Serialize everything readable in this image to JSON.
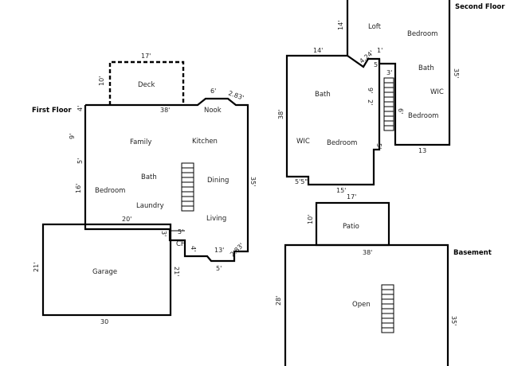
{
  "floors": {
    "first": "First Floor",
    "second": "Second Floor",
    "basement": "Basement"
  },
  "rooms": {
    "deck": "Deck",
    "nook": "Nook",
    "family": "Family",
    "kitchen": "Kitchen",
    "bath_first": "Bath",
    "bedroom_first": "Bedroom",
    "dining": "Dining",
    "laundry": "Laundry",
    "living": "Living",
    "cf": "CF",
    "garage": "Garage",
    "loft": "Loft",
    "bedroom_loft": "Bedroom",
    "bath_second_right": "Bath",
    "wic_right": "WIC",
    "bedroom_second_right": "Bedroom",
    "bath_second_left": "Bath",
    "wic_left": "WIC",
    "bedroom_second_left": "Bedroom",
    "patio": "Patio",
    "open": "Open"
  },
  "dimensions": {
    "deck_width": "17'",
    "deck_depth": "10'",
    "first_top": "38'",
    "nook_top": "6'",
    "nook_diag": "2.83'",
    "first_left_top": "4'",
    "first_left_upper": "9'",
    "first_left_mid": "5'",
    "first_left_lower": "16'",
    "first_right": "35'",
    "first_inner": "20'",
    "first_bottom": "13'",
    "first_bottom_diag": "2.83'",
    "first_bottom_small": "5'",
    "cf_top": "5'",
    "cf_left": "3'",
    "cf_right": "4'",
    "garage_left": "21'",
    "garage_right": "21'",
    "garage_bottom": "30",
    "second_left_top": "14'",
    "second_left_height": "38'",
    "second_top_vertical": "14'",
    "second_small_a": "1'",
    "second_small_b": "4.24'",
    "second_small_c": "5'",
    "second_small_d": "3'",
    "second_stair_left": "9'",
    "second_stair_small": "2'",
    "second_stair_right": "6'",
    "second_right_edge": "35'",
    "second_mid_vertical": "5'",
    "second_bottom_right": "13",
    "second_bottom_left": "15'",
    "second_bottom_small": "5'5\"",
    "patio_width": "17'",
    "patio_depth": "10'",
    "basement_top": "38'",
    "basement_left": "28'",
    "basement_right": "35'"
  }
}
